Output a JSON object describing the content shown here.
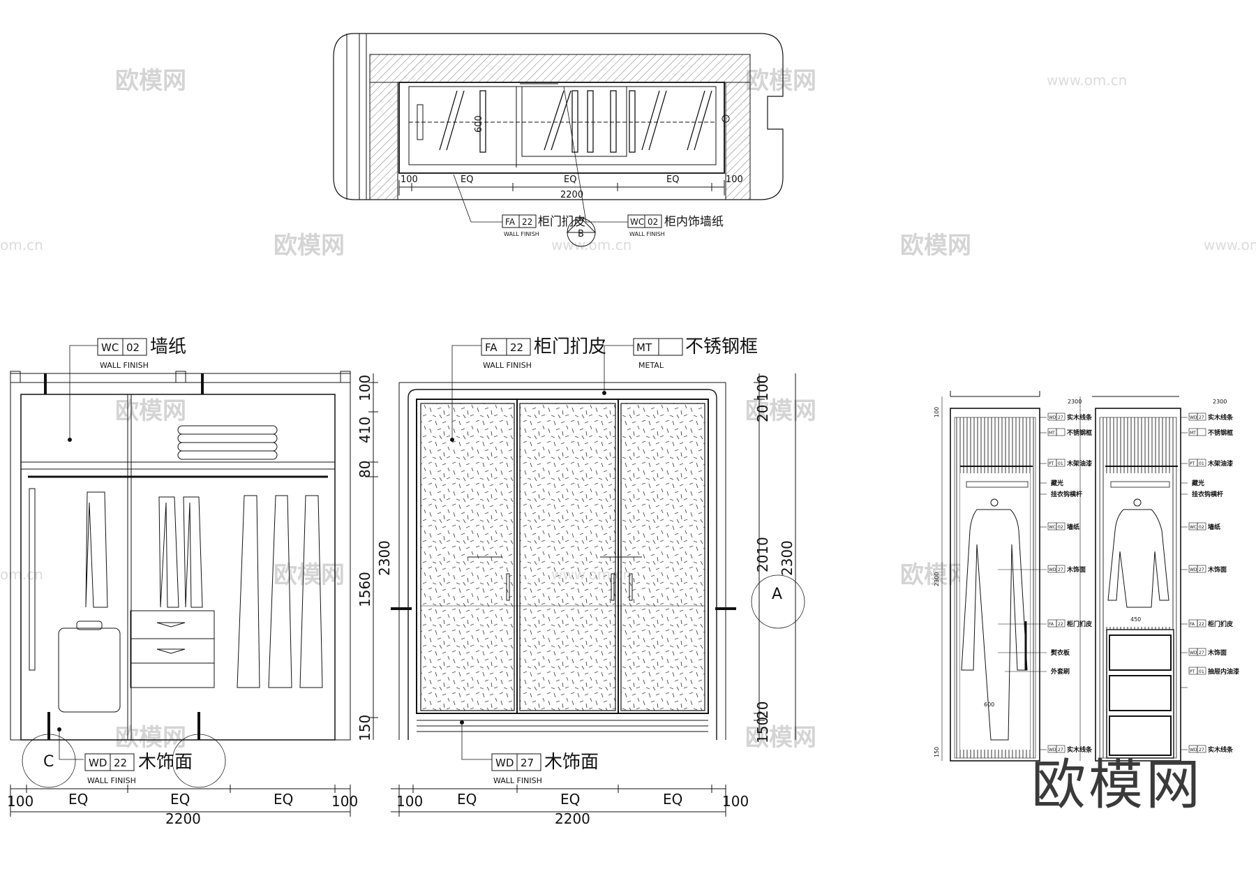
{
  "watermarks": {
    "brand": "欧模网",
    "site": "www.om.cn",
    "site_cut": "om.cn"
  },
  "brand_logo": "欧模网",
  "plan": {
    "dims": {
      "overall": "2200",
      "eq": "EQ",
      "edge": "100",
      "depth": "600"
    },
    "tags": [
      {
        "code": "FA",
        "num": "22",
        "caption": "WALL FINISH",
        "label": "柜门扪皮"
      },
      {
        "code": "WC",
        "num": "02",
        "caption": "WALL FINISH",
        "label": "柜内饰墙纸"
      }
    ],
    "section_mark": "B"
  },
  "interior_elevation": {
    "dims": {
      "overall": "2200",
      "eq": "EQ",
      "edge": "100"
    },
    "vertical_dims": [
      "100",
      "410",
      "80",
      "1560",
      "150"
    ],
    "total_height": "2300",
    "tags": [
      {
        "code": "WC",
        "num": "02",
        "caption": "WALL FINISH",
        "label": "墙纸"
      },
      {
        "code": "WD",
        "num": "22",
        "caption": "WALL FINISH",
        "label": "木饰面"
      }
    ],
    "section_mark": "C"
  },
  "front_elevation": {
    "dims": {
      "overall": "2200",
      "eq": "EQ",
      "edge": "100"
    },
    "vertical_dims": [
      "100",
      "20",
      "2010",
      "20",
      "150"
    ],
    "total_height": "2300",
    "tags": [
      {
        "code": "FA",
        "num": "22",
        "caption": "WALL FINISH",
        "label": "柜门扪皮"
      },
      {
        "code": "MT",
        "num": "",
        "caption": "METAL",
        "label": "不锈钢框"
      },
      {
        "code": "WD",
        "num": "27",
        "caption": "WALL FINISH",
        "label": "木饰面"
      }
    ],
    "section_mark": "A"
  },
  "sections": {
    "top_dim": "2300",
    "left_height": "2300",
    "labels_a": [
      {
        "code": "WD",
        "num": "27",
        "label": "实木线条"
      },
      {
        "code": "MT",
        "num": "",
        "label": "不锈钢框"
      },
      {
        "code": "PT",
        "num": "01",
        "label": "木架油漆"
      },
      {
        "code": "",
        "num": "",
        "label": "藏光"
      },
      {
        "code": "",
        "num": "",
        "label": "挂衣钩横杆"
      },
      {
        "code": "WC",
        "num": "02",
        "label": "墙纸"
      },
      {
        "code": "WD",
        "num": "27",
        "label": "木饰面"
      },
      {
        "code": "FA",
        "num": "22",
        "label": "柜门扪皮"
      },
      {
        "code": "",
        "num": "",
        "label": "熨衣板"
      },
      {
        "code": "",
        "num": "",
        "label": "外套刷"
      },
      {
        "code": "WD",
        "num": "27",
        "label": "实木线条"
      }
    ],
    "labels_b": [
      {
        "code": "WD",
        "num": "27",
        "label": "实木线条"
      },
      {
        "code": "MT",
        "num": "",
        "label": "不锈钢框"
      },
      {
        "code": "PT",
        "num": "01",
        "label": "木架油漆"
      },
      {
        "code": "",
        "num": "",
        "label": "藏光"
      },
      {
        "code": "",
        "num": "",
        "label": "挂衣钩横杆"
      },
      {
        "code": "WC",
        "num": "02",
        "label": "墙纸"
      },
      {
        "code": "WD",
        "num": "27",
        "label": "木饰面"
      },
      {
        "code": "FA",
        "num": "22",
        "label": "柜门扪皮"
      },
      {
        "code": "WD",
        "num": "27",
        "label": "木饰面"
      },
      {
        "code": "PT",
        "num": "01",
        "label": "抽屉内油漆"
      },
      {
        "code": "WD",
        "num": "27",
        "label": "实木线条"
      }
    ],
    "small_dims": {
      "d600": "600",
      "d450": "450",
      "d150": "150",
      "d100": "100"
    }
  }
}
